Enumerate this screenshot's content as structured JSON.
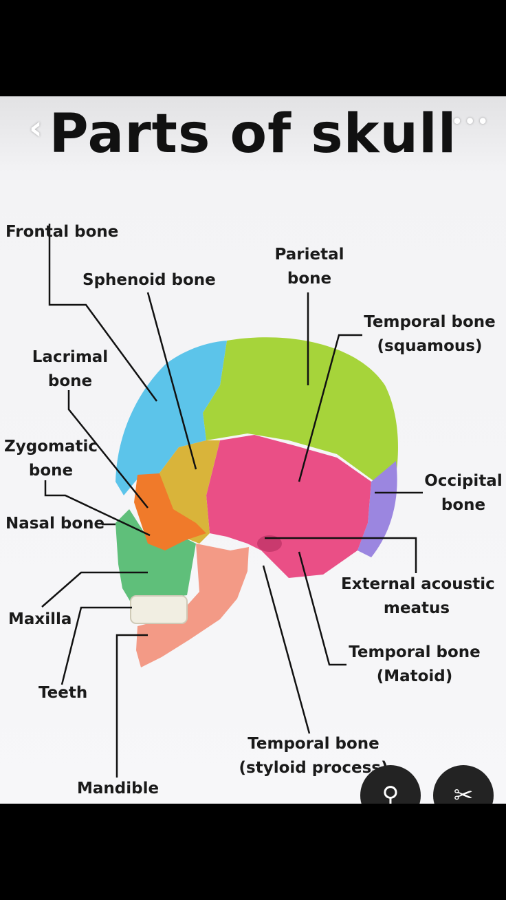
{
  "header": {
    "title": "Parts of skull",
    "back_icon": "chevron-left-icon",
    "more_icon": "more-dots-icon"
  },
  "labels": {
    "frontal_bone": "Frontal bone",
    "sphenoid_bone": "Sphenoid bone",
    "parietal_line1": "Parietal",
    "parietal_line2": "bone",
    "temporal_squamous_line1": "Temporal bone",
    "temporal_squamous_line2": "(squamous)",
    "lacrimal_line1": "Lacrimal",
    "lacrimal_line2": "bone",
    "zygomatic_line1": "Zygomatic",
    "zygomatic_line2": "bone",
    "occipital_line1": "Occipital",
    "occipital_line2": "bone",
    "nasal_bone": "Nasal bone",
    "external_acoustic_line1": "External acoustic",
    "external_acoustic_line2": "meatus",
    "maxilla": "Maxilla",
    "temporal_matoid_line1": "Temporal bone",
    "temporal_matoid_line2": "(Matoid)",
    "teeth": "Teeth",
    "temporal_styloid_line1": "Temporal bone",
    "temporal_styloid_line2": "(styloid process)",
    "mandible": "Mandible"
  },
  "bone_colors": {
    "frontal": "#5cc4ea",
    "parietal": "#a6d43a",
    "temporal": "#ea4f86",
    "occipital": "#9b86e0",
    "sphenoid": "#d9b43a",
    "zygomatic": "#f07a2a",
    "maxilla": "#5fbf7a",
    "mandible": "#f39a86",
    "teeth": "#f1eee2"
  },
  "toolbar": {
    "lens_icon": "image-search-icon",
    "scissors_icon": "scissors-icon"
  }
}
